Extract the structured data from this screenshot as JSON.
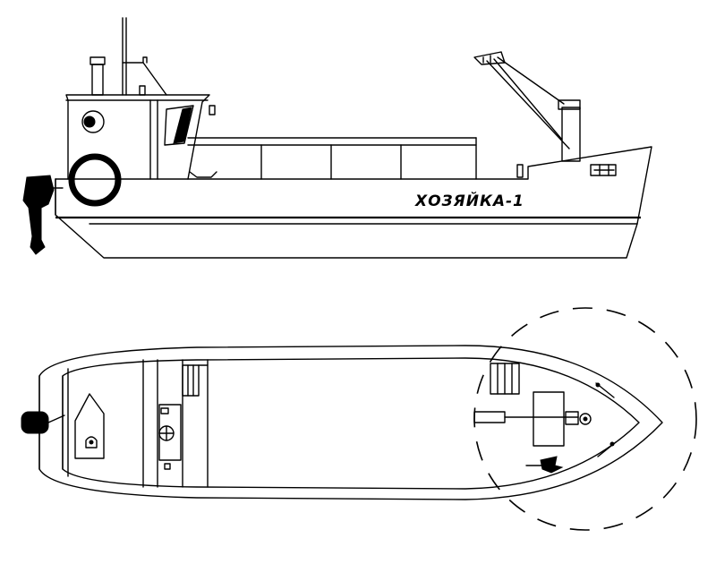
{
  "drawing": {
    "boat_name": "ХОЗЯЙКА-1",
    "views": [
      "side-view",
      "top-view"
    ]
  }
}
